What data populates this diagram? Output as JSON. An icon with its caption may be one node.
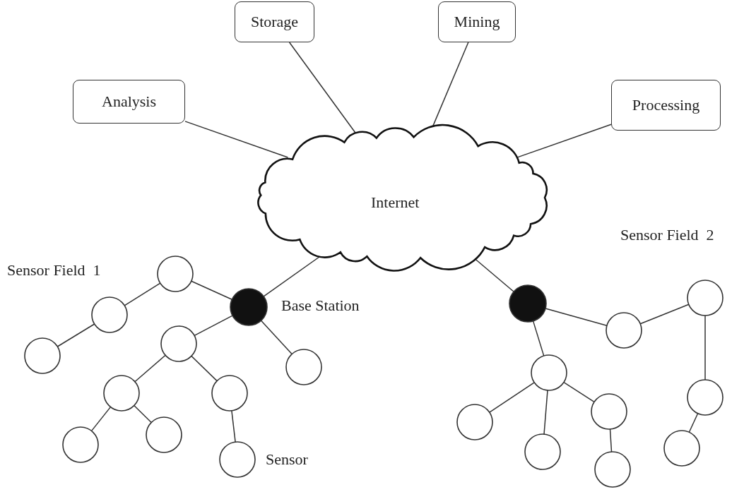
{
  "diagram": {
    "nodes": [
      {
        "text": [
          "Analysis"
        ]
      },
      {
        "text": [
          "Storage"
        ]
      },
      {
        "text": [
          "Mining"
        ]
      },
      {
        "text": [
          "Processing"
        ]
      },
      {
        "text": [
          "Internet"
        ]
      },
      {
        "text": [],
        "shape": "dot",
        "beside": [
          "Base Station"
        ]
      },
      {
        "text": [],
        "shape": "circle"
      },
      {
        "text": [],
        "shape": "circle"
      },
      {
        "text": [],
        "shape": "circle"
      },
      {
        "text": [],
        "shape": "circle"
      },
      {
        "text": [],
        "shape": "circle"
      },
      {
        "text": [],
        "shape": "circle"
      },
      {
        "text": [],
        "shape": "circle"
      },
      {
        "text": [],
        "shape": "circle"
      },
      {
        "text": [],
        "shape": "circle"
      },
      {
        "text": [],
        "shape": "circle",
        "beside": [
          "Sensor"
        ]
      },
      {
        "text": [],
        "shape": "dot"
      },
      {
        "text": [],
        "shape": "circle"
      },
      {
        "text": [],
        "shape": "circle"
      },
      {
        "text": [],
        "shape": "circle"
      },
      {
        "text": [],
        "shape": "circle"
      },
      {
        "text": [],
        "shape": "circle"
      },
      {
        "text": [],
        "shape": "circle"
      },
      {
        "text": [],
        "shape": "circle"
      },
      {
        "text": [],
        "shape": "circle"
      },
      {
        "text": [],
        "shape": "circle"
      }
    ],
    "edges": [
      {
        "from": 0,
        "to": 4,
        "arrow": "none"
      },
      {
        "from": 1,
        "to": 4,
        "arrow": "none"
      },
      {
        "from": 2,
        "to": 4,
        "arrow": "none"
      },
      {
        "from": 3,
        "to": 4,
        "arrow": "none"
      },
      {
        "from": 4,
        "to": 5,
        "arrow": "none"
      },
      {
        "from": 5,
        "to": 6,
        "arrow": "none"
      },
      {
        "from": 6,
        "to": 7,
        "arrow": "none"
      },
      {
        "from": 7,
        "to": 8,
        "arrow": "none"
      },
      {
        "from": 5,
        "to": 9,
        "arrow": "none"
      },
      {
        "from": 5,
        "to": 10,
        "arrow": "none"
      },
      {
        "from": 9,
        "to": 11,
        "arrow": "none"
      },
      {
        "from": 9,
        "to": 12,
        "arrow": "none"
      },
      {
        "from": 11,
        "to": 13,
        "arrow": "none"
      },
      {
        "from": 11,
        "to": 14,
        "arrow": "none"
      },
      {
        "from": 12,
        "to": 15,
        "arrow": "none"
      },
      {
        "from": 4,
        "to": 16,
        "arrow": "none"
      },
      {
        "from": 16,
        "to": 17,
        "arrow": "none"
      },
      {
        "from": 17,
        "to": 18,
        "arrow": "none"
      },
      {
        "from": 18,
        "to": 20,
        "arrow": "none"
      },
      {
        "from": 20,
        "to": 25,
        "arrow": "none"
      },
      {
        "from": 16,
        "to": 19,
        "arrow": "none"
      },
      {
        "from": 19,
        "to": 21,
        "arrow": "none"
      },
      {
        "from": 19,
        "to": 22,
        "arrow": "none"
      },
      {
        "from": 19,
        "to": 23,
        "arrow": "none"
      },
      {
        "from": 23,
        "to": 24,
        "arrow": "none"
      }
    ],
    "labels": [
      "Sensor Field  1",
      "Sensor Field  2"
    ]
  }
}
